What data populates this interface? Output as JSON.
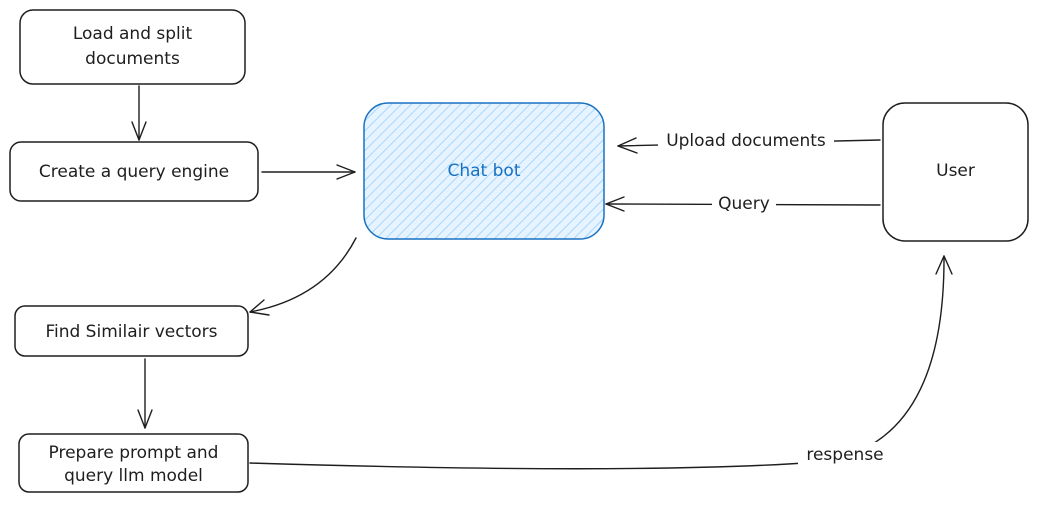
{
  "diagram": {
    "nodes": {
      "load": {
        "line1": "Load and split",
        "line2": "documents"
      },
      "query_engine": {
        "label": "Create a query engine"
      },
      "chatbot": {
        "label": "Chat bot"
      },
      "user": {
        "label": "User"
      },
      "similar": {
        "label": "Find Similair vectors"
      },
      "prompt": {
        "line1": "Prepare prompt and",
        "line2": "query llm model"
      }
    },
    "edges": {
      "upload": {
        "label": "Upload documents"
      },
      "query": {
        "label": "Query"
      },
      "response": {
        "label": "respense"
      }
    },
    "colors": {
      "accent": "#1971c2",
      "accent_fill": "#a5d8ff",
      "stroke": "#1e1e1e",
      "background": "#ffffff"
    }
  }
}
